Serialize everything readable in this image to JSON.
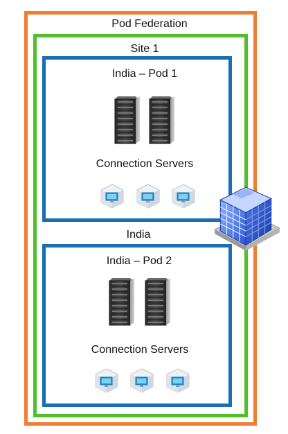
{
  "federation": {
    "label": "Pod Federation",
    "color": "#ee7f32"
  },
  "site": {
    "label": "Site 1",
    "color": "#4fc02c"
  },
  "region_label": "India",
  "pod_color": "#1a6fb4",
  "pods": [
    {
      "label": "India – Pod 1",
      "servers_label": "Connection Servers",
      "desktop_count": 3,
      "server_count": 2
    },
    {
      "label": "India – Pod 2",
      "servers_label": "Connection Servers",
      "desktop_count": 3,
      "server_count": 2
    }
  ],
  "icons": {
    "server": "server-rack-icon",
    "desktop": "virtual-desktop-icon",
    "building": "datacenter-building-icon"
  }
}
